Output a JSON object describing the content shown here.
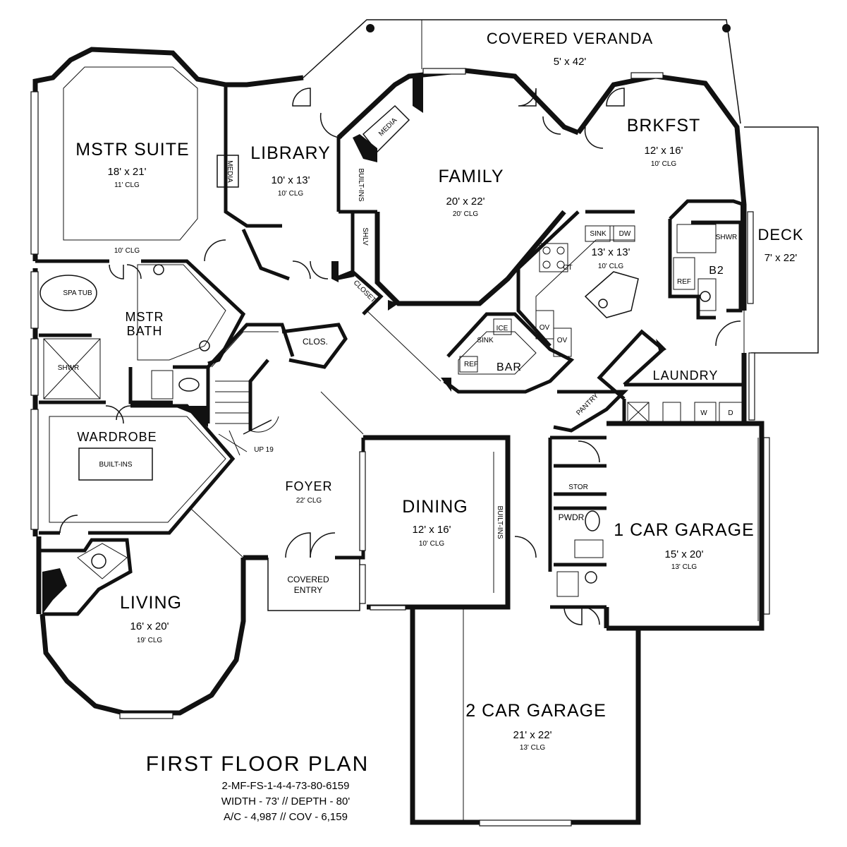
{
  "plan": {
    "title": "FIRST FLOOR PLAN",
    "code": "2-MF-FS-1-4-4-73-80-6159",
    "dims": "WIDTH - 73' // DEPTH - 80'",
    "area": "A/C - 4,987 // COV - 6,159"
  },
  "rooms": {
    "veranda": {
      "name": "COVERED VERANDA",
      "size": "5' x 42'"
    },
    "suite": {
      "name": "MSTR SUITE",
      "size": "18' x 21'",
      "clg": "11' CLG"
    },
    "library": {
      "name": "LIBRARY",
      "size": "10' x 13'",
      "clg": "10' CLG"
    },
    "family": {
      "name": "FAMILY",
      "size": "20' x 22'",
      "clg": "20' CLG"
    },
    "brkfst": {
      "name": "BRKFST",
      "size": "12' x 16'",
      "clg": "10' CLG"
    },
    "deck": {
      "name": "DECK",
      "size": "7' x 22'"
    },
    "kitchen": {
      "size": "13' x 13'",
      "clg": "10' CLG"
    },
    "bath": {
      "name": "MSTR\nBATH",
      "name1": "MSTR",
      "name2": "BATH"
    },
    "wardrobe": {
      "name": "WARDROBE"
    },
    "foyer": {
      "name": "FOYER",
      "clg": "22' CLG"
    },
    "dining": {
      "name": "DINING",
      "size": "12' x 16'",
      "clg": "10' CLG"
    },
    "garage1": {
      "name": "1 CAR GARAGE",
      "size": "15' x 20'",
      "clg": "13' CLG"
    },
    "garage2": {
      "name": "2 CAR GARAGE",
      "size": "21' x 22'",
      "clg": "13' CLG"
    },
    "living": {
      "name": "LIVING",
      "size": "16' x 20'",
      "clg": "19' CLG"
    },
    "laundry": {
      "name": "LAUNDRY"
    },
    "bar": {
      "name": "BAR"
    },
    "entry": {
      "name1": "COVERED",
      "name2": "ENTRY"
    },
    "b2": {
      "name": "B2"
    }
  },
  "labels": {
    "media1": "MEDIA",
    "media2": "MEDIA",
    "builtins_lib": "BUILT-INS",
    "builtins_dining": "BUILT-INS",
    "builtins_wardrobe": "BUILT-INS",
    "shlv": "SHLV",
    "closet": "CLOSET",
    "clos": "CLOS.",
    "spa_tub": "SPA TUB",
    "shwr": "SHWR",
    "shwr2": "SHWR",
    "clg_suite": "10' CLG",
    "up": "UP 19",
    "dw": "DW",
    "sink": "SINK",
    "ct": "CT",
    "ov1": "OV",
    "ov2": "OV",
    "ice": "ICE",
    "bar_sink": "SINK",
    "ref": "REF",
    "ref2": "REF",
    "pantry": "PANTRY",
    "stor": "STOR",
    "pwdr": "PWDR",
    "w": "W",
    "d": "D"
  }
}
